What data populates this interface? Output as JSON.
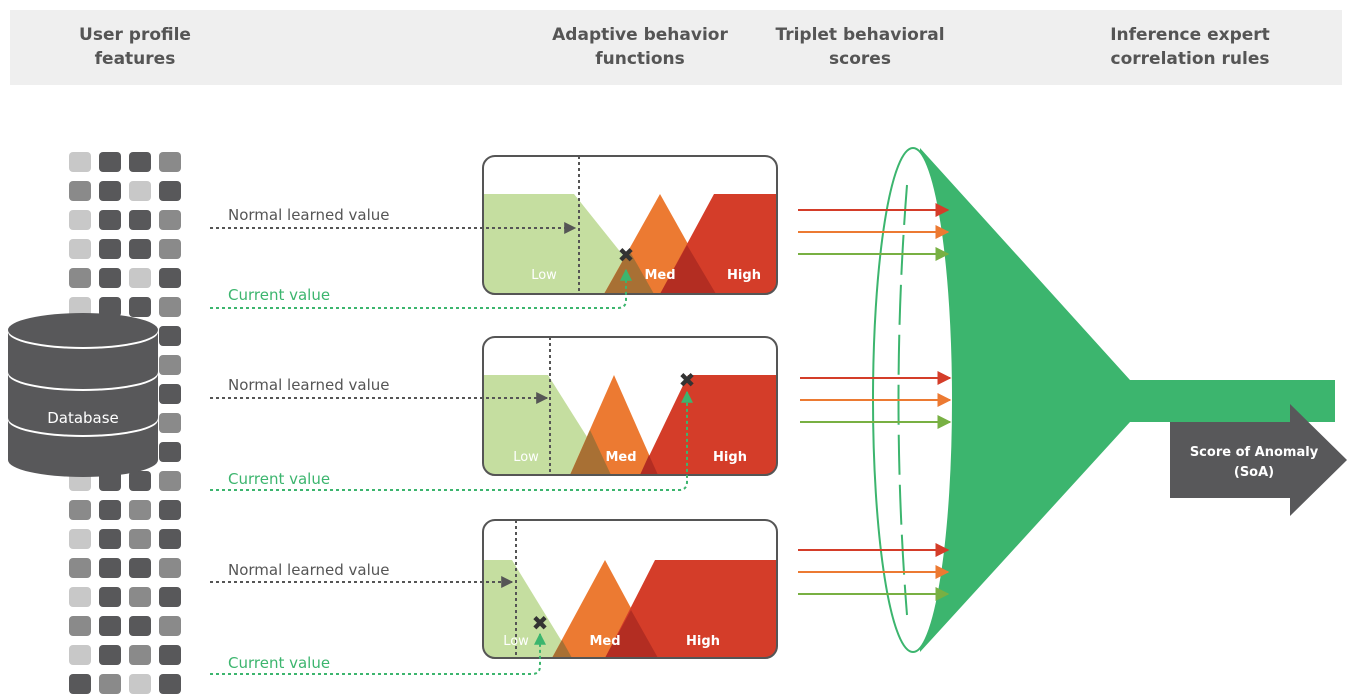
{
  "header": {
    "col1": "User profile\nfeatures",
    "col2": "Adaptive behavior\nfunctions",
    "col3": "Triplet behavioral\nscores",
    "col4": "Inference expert\ncorrelation rules"
  },
  "database_label": "Database",
  "functions": [
    {
      "normal_label": "Normal learned value",
      "current_label": "Current value",
      "low": "Low",
      "med": "Med",
      "high": "High"
    },
    {
      "normal_label": "Normal learned value",
      "current_label": "Current value",
      "low": "Low",
      "med": "Med",
      "high": "High"
    },
    {
      "normal_label": "Normal learned value",
      "current_label": "Current value",
      "low": "Low",
      "med": "Med",
      "high": "High"
    }
  ],
  "output": {
    "line1": "Score of Anomaly",
    "line2": "(SoA)"
  },
  "colors": {
    "low": "#c5dea0",
    "med": "#ec7a32",
    "high": "#d43d29",
    "funnel": "#3cb56e",
    "current": "#3cb56e",
    "db": "#58585a",
    "arrow_green": "#78b043"
  }
}
